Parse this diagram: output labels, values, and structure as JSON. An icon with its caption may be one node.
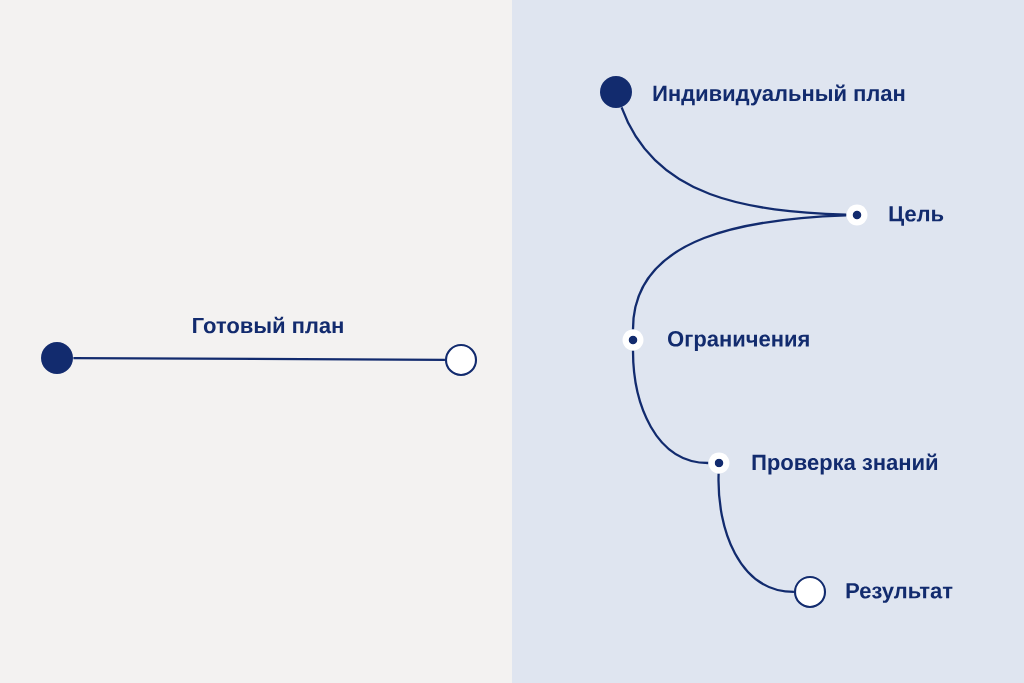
{
  "diagram": {
    "nodes": [
      {
        "text": [],
        "shape": "circle"
      },
      {
        "text": [],
        "shape": "circle"
      },
      {
        "text": [],
        "shape": "circle",
        "beside": [
          "Индивидуальный план"
        ]
      },
      {
        "text": [],
        "shape": "circle",
        "beside": [
          "Цель"
        ]
      },
      {
        "text": [],
        "shape": "circle",
        "beside": [
          "Ограничения"
        ]
      },
      {
        "text": [],
        "shape": "circle",
        "beside": [
          "Проверка знаний"
        ]
      },
      {
        "text": [],
        "shape": "circle",
        "beside": [
          "Результат"
        ]
      }
    ],
    "edges": [
      {
        "from": 0,
        "to": 1,
        "arrow": "none",
        "label": "Готовый план"
      },
      {
        "from": 2,
        "to": 3,
        "arrow": "none"
      },
      {
        "from": 3,
        "to": 4,
        "arrow": "none"
      },
      {
        "from": 4,
        "to": 5,
        "arrow": "none"
      },
      {
        "from": 5,
        "to": 6,
        "arrow": "none"
      }
    ]
  }
}
